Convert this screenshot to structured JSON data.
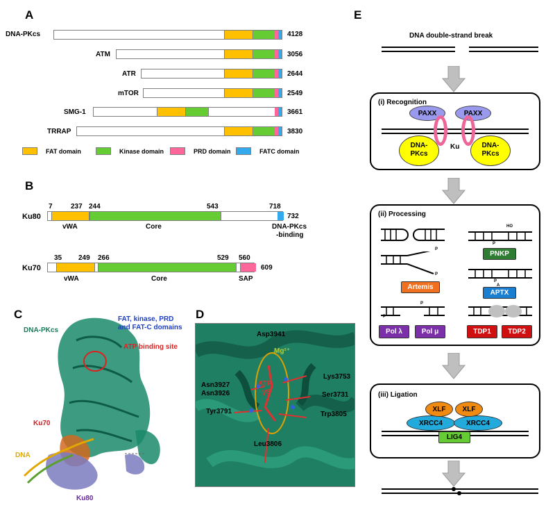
{
  "panels": {
    "a": "A",
    "b": "B",
    "c": "C",
    "d": "D",
    "e": "E"
  },
  "colors": {
    "fat": "#ffc000",
    "kinase": "#66cc33",
    "prd": "#ff6699",
    "fatc": "#33aaee"
  },
  "panel_a": {
    "proteins": [
      {
        "name": "DNA-PKcs",
        "length": "4128"
      },
      {
        "name": "ATM",
        "length": "3056"
      },
      {
        "name": "ATR",
        "length": "2644"
      },
      {
        "name": "mTOR",
        "length": "2549"
      },
      {
        "name": "SMG-1",
        "length": "3661"
      },
      {
        "name": "TRRAP",
        "length": "3830"
      }
    ],
    "legend": [
      {
        "label": "FAT domain",
        "color": "#ffc000"
      },
      {
        "label": "Kinase domain",
        "color": "#66cc33"
      },
      {
        "label": "PRD domain",
        "color": "#ff6699"
      },
      {
        "label": "FATC domain",
        "color": "#33aaee"
      }
    ]
  },
  "panel_b": {
    "ku80": {
      "name": "Ku80",
      "positions": [
        "7",
        "237",
        "244",
        "543",
        "718"
      ],
      "length": "732",
      "domains": [
        "vWA",
        "Core",
        "DNA-PKcs",
        "-binding"
      ]
    },
    "ku70": {
      "name": "Ku70",
      "positions": [
        "35",
        "249",
        "266",
        "529",
        "560"
      ],
      "length": "609",
      "domains": [
        "vWA",
        "Core",
        "SAP"
      ]
    }
  },
  "panel_c": {
    "labels": [
      "DNA-PKcs",
      "FAT, kinase, PRD",
      "and FAT-C domains",
      "ATP binding site",
      "Ku70",
      "DNA",
      "Ku80"
    ]
  },
  "panel_d": {
    "labels": [
      "Asp3941",
      "Mg²⁺",
      "Lys3753",
      "Asn3927",
      "Asn3926",
      "ATP",
      "γS",
      "Ser3731",
      "Tyr3791",
      "Trp3805",
      "Leu3806"
    ]
  },
  "panel_e": {
    "title": "DNA double-strand break",
    "steps": [
      {
        "label": "(i) Recognition"
      },
      {
        "label": "(ii) Processing"
      },
      {
        "label": "(iii) Ligation"
      }
    ],
    "recognition": {
      "paxx": "PAXX",
      "dnapkcs_line1": "DNA-",
      "dnapkcs_line2": "PKcs",
      "ku": "Ku"
    },
    "processing": {
      "pnkp": "PNKP",
      "artemis": "Artemis",
      "aptx": "APTX",
      "pol_l": "Pol λ",
      "pol_m": "Pol μ",
      "tdp1": "TDP1",
      "tdp2": "TDP2",
      "ho": "HO",
      "p": "P",
      "a": "A"
    },
    "ligation": {
      "xlf": "XLF",
      "xrcc4": "XRCC4",
      "lig4": "LIG4"
    }
  }
}
